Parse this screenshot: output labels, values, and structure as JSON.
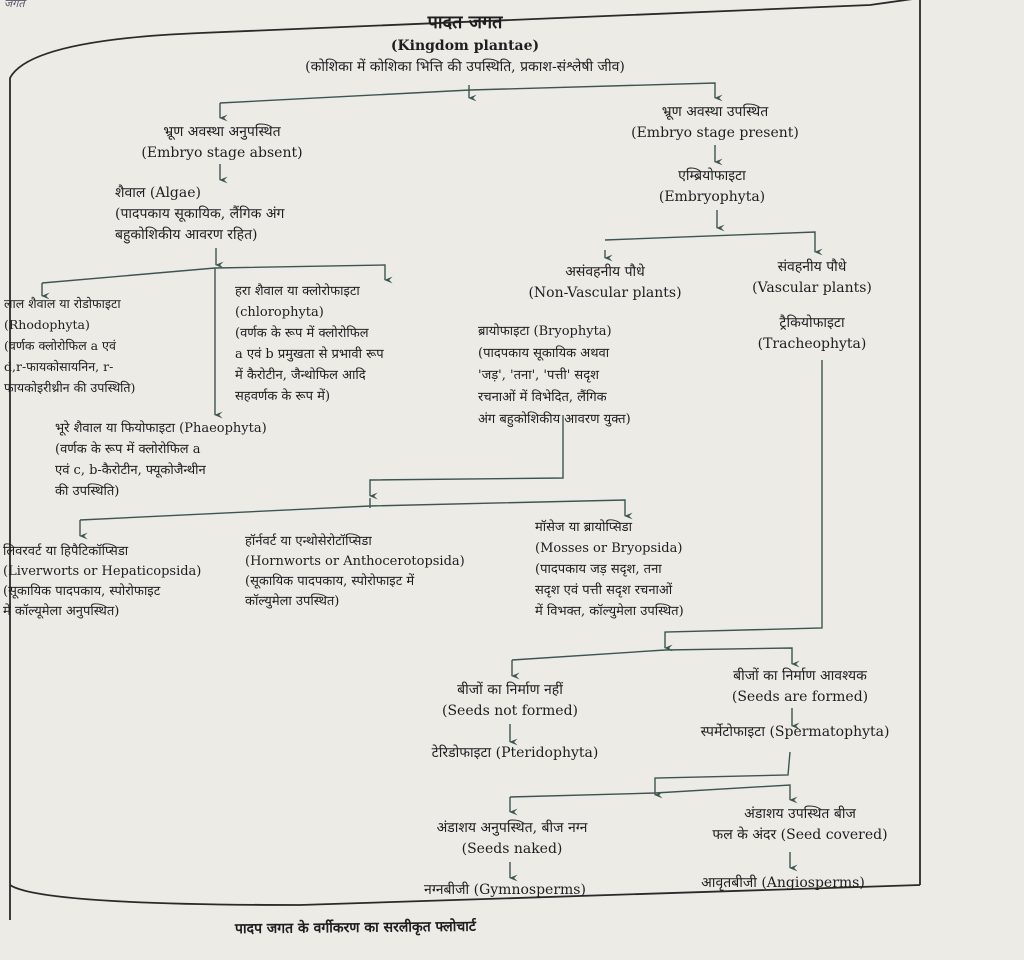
{
  "page_header": "जगत",
  "caption": "पादप जगत के वर्गीकरण का सरलीकृत फ्लोचार्ट",
  "colors": {
    "paper": "#ecebe6",
    "ink": "#1e1e1e",
    "lines": "#3d5552"
  },
  "nodes": {
    "title": {
      "lines": [
        "पादत जगत",
        "(Kingdom plantae)",
        "(कोशिका में कोशिका भित्ति की उपस्थिति, प्रकाश-संश्लेषी जीव)"
      ]
    },
    "absent": {
      "lines": [
        "भ्रूण अवस्था अनुपस्थित",
        "(Embryo stage absent)"
      ]
    },
    "algae": {
      "lines": [
        "शैवाल (Algae)",
        "(पादपकाय सूकायिक, लैंगिक अंग",
        "बहुकोशिकीय आवरण रहित)"
      ]
    },
    "rhodo": {
      "lines": [
        "लाल शैवाल या रोडोफाइटा",
        "(Rhodophyta)",
        "(वर्णक क्लोरोफिल a एवं",
        "d,r-फायकोसायनिन, r-",
        "फायकोइरीथ्रीन की उपस्थिति)"
      ]
    },
    "chloro": {
      "lines": [
        "हरा शैवाल या क्लोरोफाइटा",
        "(chlorophyta)",
        "(वर्णक के रूप में क्लोरोफिल",
        "a एवं b प्रमुखता से प्रभावी रूप",
        "में कैरोटीन, जैन्थोफिल आदि",
        "सहवर्णक के रूप में)"
      ]
    },
    "phaeo": {
      "lines": [
        "भूरे शैवाल या फियोफाइटा (Phaeophyta)",
        "(वर्णक के रूप में क्लोरोफिल a",
        "एवं c, b-कैरोटीन, फ्यूकोजैन्थीन",
        "की उपस्थिति)"
      ]
    },
    "present": {
      "lines": [
        "भ्रूण अवस्था उपस्थित",
        "(Embryo stage present)"
      ]
    },
    "embryophyta": {
      "lines": [
        "एम्ब्रियोफाइटा",
        "(Embryophyta)"
      ]
    },
    "nonvasc": {
      "lines": [
        "असंवहनीय पौधे",
        "(Non-Vascular plants)"
      ]
    },
    "vasc": {
      "lines": [
        "संवहनीय पौधे",
        "(Vascular plants)"
      ]
    },
    "bryo": {
      "lines": [
        "ब्रायोफाइटा (Bryophyta)",
        "(पादपकाय सूकायिक अथवा",
        "'जड़', 'तना', 'पत्ती' सदृश",
        "रचनाओं में विभेदित, लैंगिक",
        "अंग बहुकोशिकीय आवरण युक्त)"
      ]
    },
    "trach": {
      "lines": [
        "ट्रैकियोफाइटा",
        "(Tracheophyta)"
      ]
    },
    "liver": {
      "lines": [
        "लिवरवर्ट या हिपैटिकॉप्सिडा",
        "(Liverworts or Hepaticopsida)",
        "(सूकायिक पादपकाय, स्पोरोफाइट",
        "में कॉल्यूमेला अनुपस्थित)"
      ]
    },
    "horn": {
      "lines": [
        "हॉर्नवर्ट या एन्थोसेरोटॉप्सिडा",
        "(Hornworts or Anthocerotopsida)",
        "(सूकायिक पादपकाय, स्पोरोफाइट में",
        "कॉल्युमेला उपस्थित)"
      ]
    },
    "moss": {
      "lines": [
        "मॉसेज या ब्रायोप्सिडा",
        "(Mosses or Bryopsida)",
        "(पादपकाय जड़ सदृश, तना",
        "सदृश एवं पत्ती सदृश रचनाओं",
        "में विभक्त, कॉल्युमेला उपस्थित)"
      ]
    },
    "noseed": {
      "lines": [
        "बीजों का निर्माण नहीं",
        "(Seeds not formed)"
      ]
    },
    "pterido": {
      "lines": [
        "टेरिडोफाइटा (Pteridophyta)"
      ]
    },
    "seed": {
      "lines": [
        "बीजों का निर्माण आवश्यक",
        "(Seeds are formed)"
      ]
    },
    "sperma": {
      "lines": [
        "स्पर्मेटोफाइटा (Spermatophyta)"
      ]
    },
    "naked": {
      "lines": [
        "अंडाशय अनुपस्थित, बीज नग्न",
        "(Seeds naked)"
      ]
    },
    "ovary": {
      "lines": [
        "अंडाशय उपस्थित बीज",
        "फल के अंदर (Seed covered)"
      ]
    },
    "gymno": {
      "lines": [
        "नग्नबीजी (Gymnosperms)"
      ]
    },
    "angio": {
      "lines": [
        "आवृतबीजी (Angiosperms)"
      ]
    }
  }
}
